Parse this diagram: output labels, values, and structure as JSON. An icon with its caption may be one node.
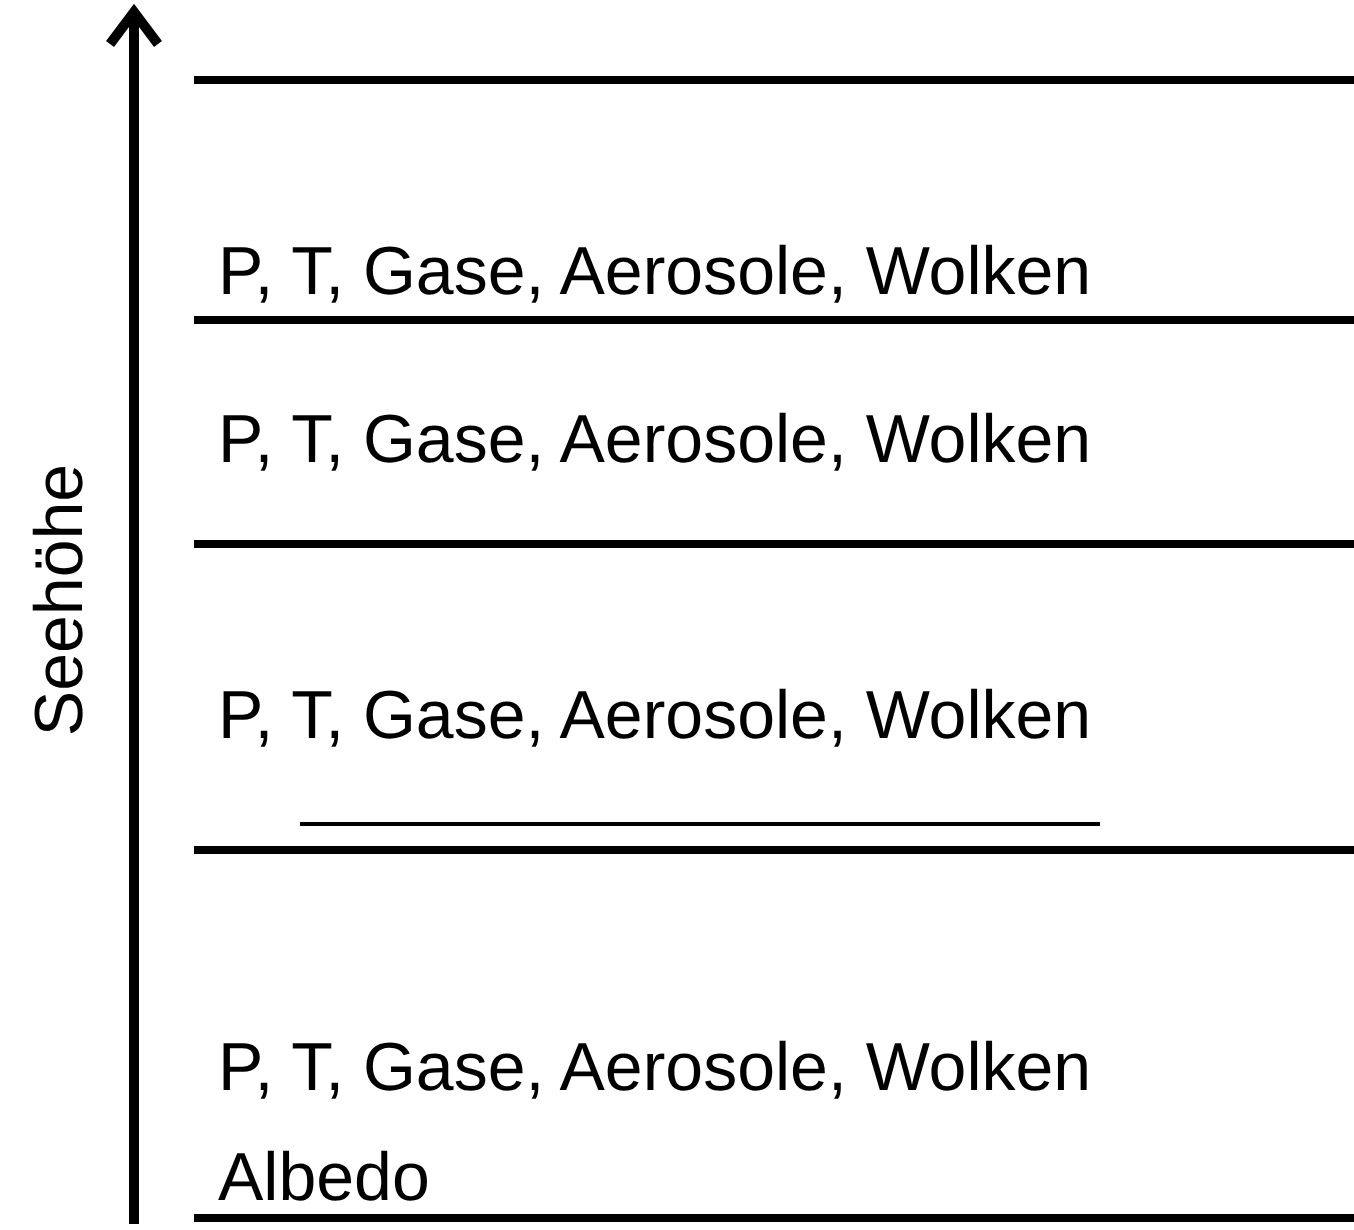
{
  "diagram": {
    "nodes": [
      {
        "text": [
          "P, T, Gase, Aerosole, Wolken"
        ]
      },
      {
        "text": [
          "P, T, Gase, Aerosole, Wolken"
        ]
      },
      {
        "text": [
          "P, T, Gase, Aerosole, Wolken"
        ]
      },
      {
        "text": [
          "P, T, Gase, Aerosole, Wolken",
          "Albedo"
        ]
      }
    ],
    "edges": [],
    "labels": [
      "Seehöhe"
    ]
  }
}
